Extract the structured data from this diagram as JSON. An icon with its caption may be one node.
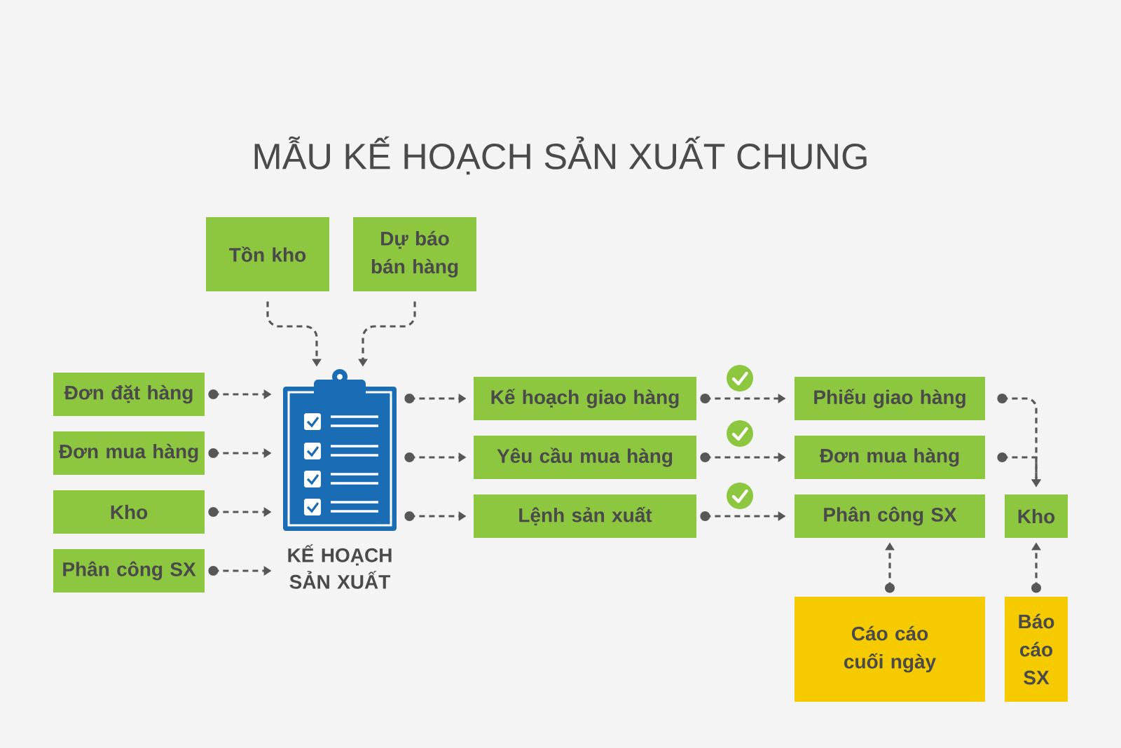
{
  "diagram": {
    "title": "MẪU KẾ HOẠCH SẢN XUẤT CHUNG",
    "nodes": [
      {
        "text": [
          "Tồn kho"
        ]
      },
      {
        "text": [
          "Dự báo bán hàng"
        ]
      },
      {
        "text": [
          "Đơn đặt hàng"
        ]
      },
      {
        "text": [
          "Đơn mua hàng"
        ]
      },
      {
        "text": [
          "Kho"
        ]
      },
      {
        "text": [
          "Phân công SX"
        ]
      },
      {
        "text": [],
        "shape": "picture",
        "beside": [
          "KẾ HOẠCH SẢN XUẤT"
        ]
      },
      {
        "text": [
          "Kế hoạch giao hàng"
        ]
      },
      {
        "text": [
          "Yêu cầu mua hàng"
        ]
      },
      {
        "text": [
          "Lệnh sản xuất"
        ]
      },
      {
        "text": [
          "Phiếu giao hàng"
        ]
      },
      {
        "text": [
          "Đơn mua hàng"
        ]
      },
      {
        "text": [
          "Phân công SX"
        ]
      },
      {
        "text": [
          "Kho"
        ]
      },
      {
        "text": [
          "Cáo cáo cuối ngày"
        ]
      },
      {
        "text": [
          "Báo cáo SX"
        ]
      }
    ],
    "edges": [
      {
        "from": 0,
        "to": 6,
        "arrow": "to"
      },
      {
        "from": 1,
        "to": 6,
        "arrow": "to"
      },
      {
        "from": 2,
        "to": 6,
        "arrow": "to"
      },
      {
        "from": 3,
        "to": 6,
        "arrow": "to"
      },
      {
        "from": 4,
        "to": 6,
        "arrow": "to"
      },
      {
        "from": 5,
        "to": 6,
        "arrow": "to"
      },
      {
        "from": 6,
        "to": 7,
        "arrow": "to"
      },
      {
        "from": 6,
        "to": 8,
        "arrow": "to"
      },
      {
        "from": 6,
        "to": 9,
        "arrow": "to"
      },
      {
        "from": 7,
        "to": 10,
        "arrow": "to"
      },
      {
        "from": 8,
        "to": 11,
        "arrow": "to"
      },
      {
        "from": 9,
        "to": 12,
        "arrow": "to"
      },
      {
        "from": 10,
        "to": 13,
        "arrow": "to"
      },
      {
        "from": 11,
        "to": 13,
        "arrow": "to"
      },
      {
        "from": 14,
        "to": 12,
        "arrow": "to"
      },
      {
        "from": 15,
        "to": 13,
        "arrow": "to"
      }
    ]
  }
}
